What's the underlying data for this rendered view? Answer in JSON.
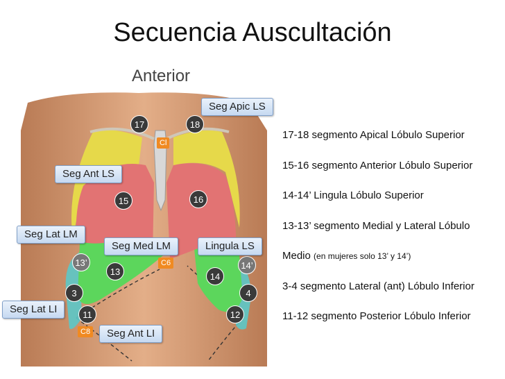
{
  "header": {
    "title": "Secuencia Auscultación",
    "subtitle": "Anterior"
  },
  "markers": {
    "m17": "17",
    "m18": "18",
    "m15": "15",
    "m16": "16",
    "m13p": "13’",
    "m13": "13",
    "m14": "14",
    "m14p": "14’",
    "m3": "3",
    "m4": "4",
    "m11": "11",
    "m12": "12"
  },
  "tags": {
    "cl": "Cl",
    "c6": "C6",
    "c8": "C8"
  },
  "callouts": {
    "seg_apic_ls": "Seg Apic LS",
    "seg_ant_ls": "Seg Ant LS",
    "seg_lat_lm": "Seg Lat LM",
    "seg_med_lm": "Seg Med LM",
    "lingula_ls": "Lingula LS",
    "seg_lat_li": "Seg Lat LI",
    "seg_ant_li": "Seg Ant LI"
  },
  "legend": {
    "l1": "17-18 segmento Apical Lóbulo Superior",
    "l2": "15-16 segmento Anterior Lóbulo Superior",
    "l3": "14-14’ Lingula Lóbulo Superior",
    "l4": "13-13’ segmento Medial y Lateral Lóbulo",
    "l5a": "Medio",
    "l5b": "(en mujeres solo 13’ y 14’)",
    "l6": "3-4 segmento Lateral (ant) Lóbulo Inferior",
    "l7": "11-12 segmento Posterior Lóbulo Inferior"
  },
  "colors": {
    "skin": "#d9a27c",
    "apical_yellow": "#e6d94a",
    "anterior_red": "#e27373",
    "middle_green": "#5cd65c",
    "lateral_teal": "#5cc8c8",
    "callout_blue": "#c6d9f1",
    "tag_orange": "#f08a22"
  }
}
